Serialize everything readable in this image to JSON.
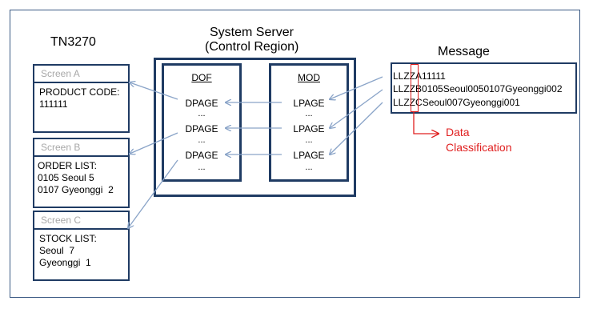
{
  "tn3270": {
    "title": "TN3270",
    "screens": [
      {
        "header": "Screen A",
        "body": "PRODUCT CODE:\n111111"
      },
      {
        "header": "Screen B",
        "body": "ORDER LIST:\n0105 Seoul 5\n0107 Gyeonggi  2"
      },
      {
        "header": "Screen C",
        "body": "STOCK LIST:\nSeoul  7\nGyeonggi  1"
      }
    ]
  },
  "server": {
    "title_line1": "System Server",
    "title_line2": "(Control Region)",
    "dof": {
      "label": "DOF",
      "rows": [
        "DPAGE",
        "DPAGE",
        "DPAGE"
      ],
      "ellipsis": "..."
    },
    "mod": {
      "label": "MOD",
      "rows": [
        "LPAGE",
        "LPAGE",
        "LPAGE"
      ],
      "ellipsis": "..."
    }
  },
  "message": {
    "title": "Message",
    "lines": [
      {
        "prefix": "LLZZ",
        "code": "A",
        "rest": "11111"
      },
      {
        "prefix": "LLZZ",
        "code": "B",
        "rest": "0105Seoul0050107Gyeonggi002"
      },
      {
        "prefix": "LLZZ",
        "code": "C",
        "rest": "Seoul007Gyeonggi001"
      }
    ]
  },
  "annotation": {
    "line1": "Data",
    "line2": "Classification",
    "color": "#e02020"
  },
  "colors": {
    "box_border": "#1f3b63",
    "arrow": "#8aa4c8",
    "screen_header_text": "#a8a8a8"
  }
}
